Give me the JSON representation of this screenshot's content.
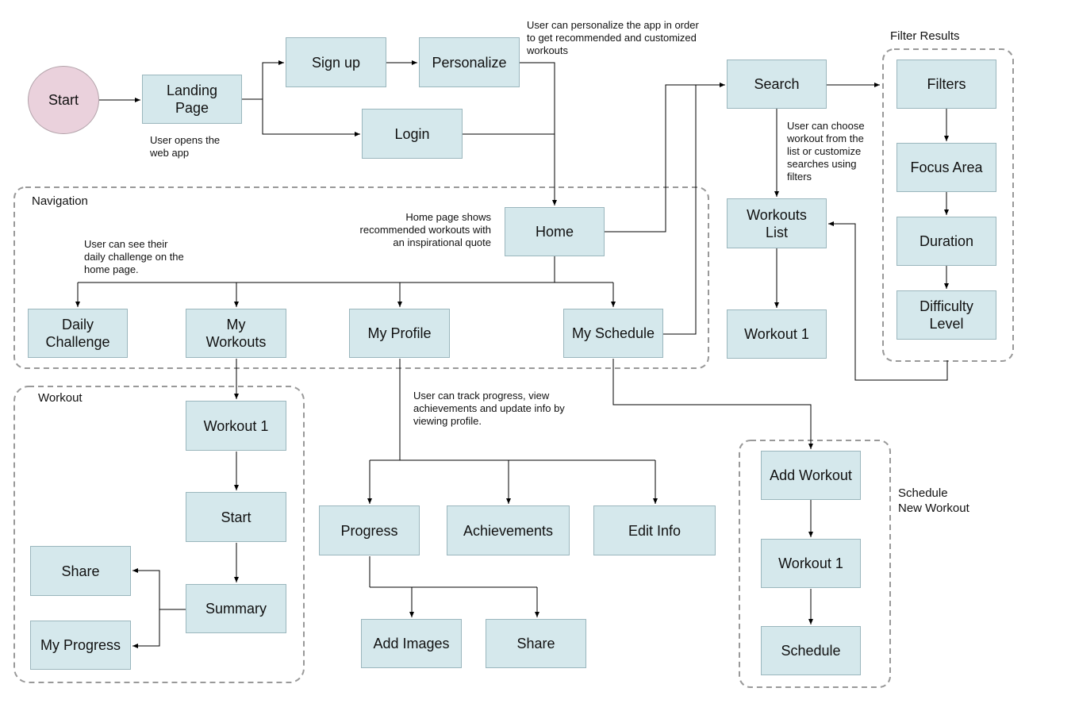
{
  "nodes": {
    "start": "Start",
    "landing": "Landing\nPage",
    "signup": "Sign up",
    "personalize": "Personalize",
    "login": "Login",
    "home": "Home",
    "search": "Search",
    "filters": "Filters",
    "focus_area": "Focus  Area",
    "duration": "Duration",
    "difficulty": "Difficulty\nLevel",
    "workouts_list": "Workouts\nList",
    "workout1_search": "Workout 1",
    "daily_challenge": "Daily\nChallenge",
    "my_workouts": "My\nWorkouts",
    "my_profile": "My Profile",
    "my_schedule": "My Schedule",
    "workout1_nav": "Workout 1",
    "workout_start": "Start",
    "summary": "Summary",
    "share_workout": "Share",
    "my_progress": "My Progress",
    "progress": "Progress",
    "achievements": "Achievements",
    "edit_info": "Edit Info",
    "add_images": "Add Images",
    "share_progress": "Share",
    "add_workout": "Add Workout",
    "workout1_schedule": "Workout 1",
    "schedule": "Schedule"
  },
  "groups": {
    "navigation": "Navigation",
    "workout": "Workout",
    "filter_results": "Filter Results",
    "schedule_new": "Schedule\nNew Workout"
  },
  "notes": {
    "personalize": "User can personalize the app in order\nto get recommended and customized\nworkouts",
    "opens": "User opens the\nweb app",
    "home": "Home page shows\nrecommended workouts with\nan inspirational quote",
    "daily": "User can see their\ndaily challenge on the\nhome page.",
    "search": "User can choose\nworkout  from the\nlist or customize\nsearches using\nfilters",
    "profile": "User can track progress, view\nachievements and update info by\nviewing profile."
  }
}
